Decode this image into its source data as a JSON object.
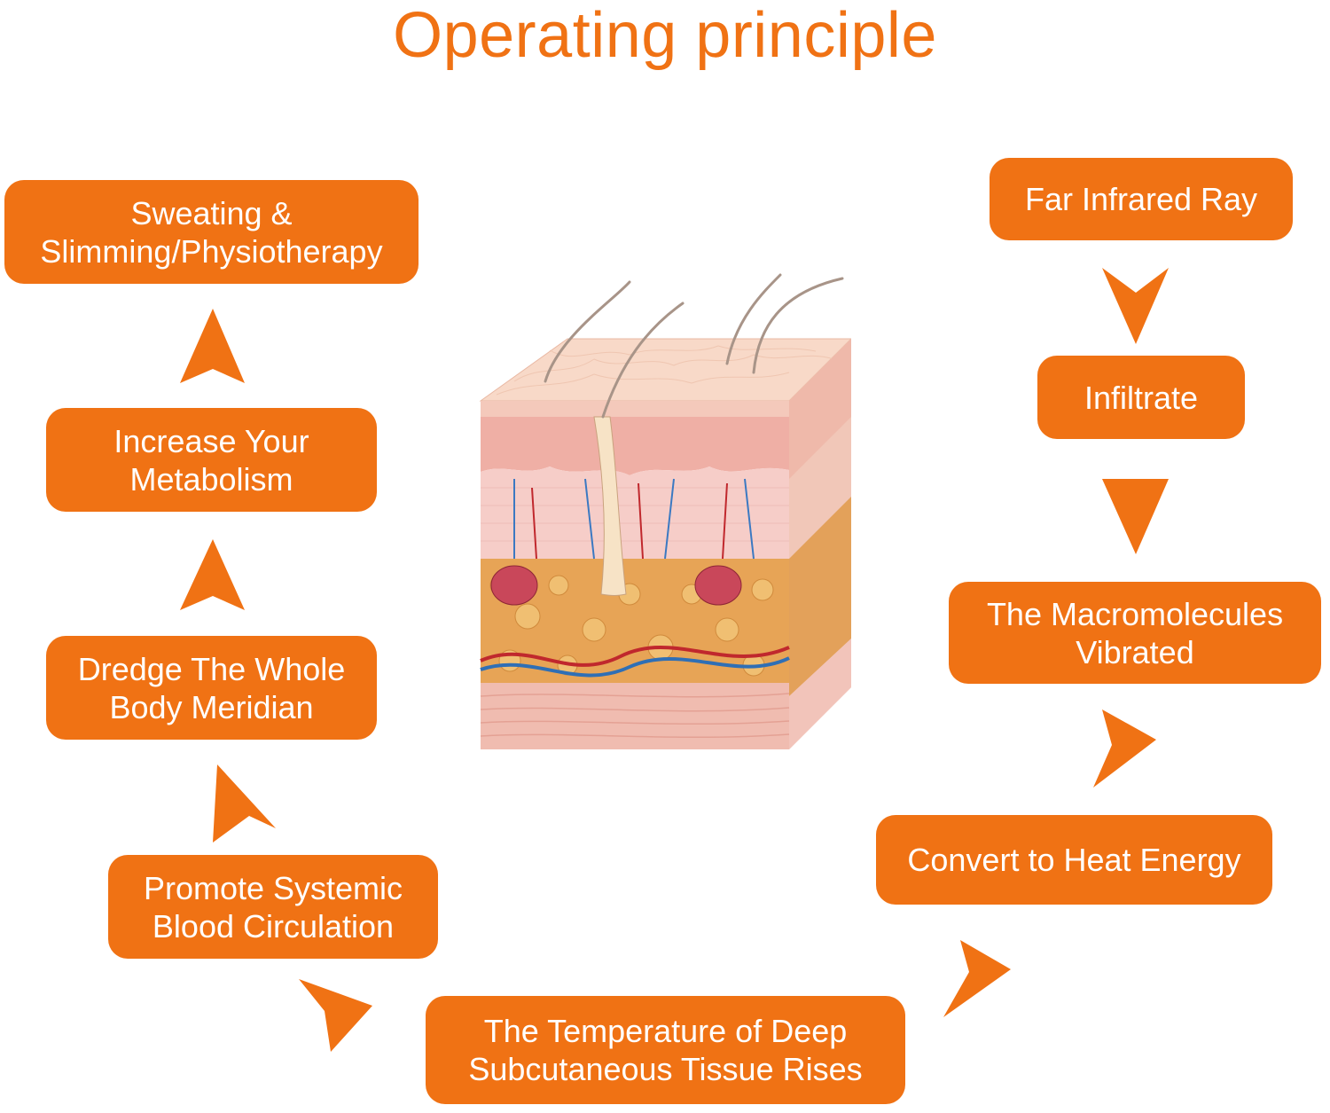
{
  "title": "Operating principle",
  "colors": {
    "accent": "#f07214",
    "box_text": "#ffffff",
    "background": "#ffffff"
  },
  "steps": [
    {
      "id": "far-infrared-ray",
      "label": "Far Infrared Ray"
    },
    {
      "id": "infiltrate",
      "label": "Infiltrate"
    },
    {
      "id": "macromolecules-vibrated",
      "label": "The Macromolecules\nVibrated"
    },
    {
      "id": "convert-to-heat-energy",
      "label": "Convert to Heat Energy"
    },
    {
      "id": "temperature-rises",
      "label": "The Temperature of Deep\nSubcutaneous Tissue Rises"
    },
    {
      "id": "promote-blood-circulation",
      "label": "Promote Systemic\nBlood Circulation"
    },
    {
      "id": "dredge-meridian",
      "label": "Dredge The Whole\nBody Meridian"
    },
    {
      "id": "increase-metabolism",
      "label": "Increase Your\nMetabolism"
    },
    {
      "id": "sweating-slimming",
      "label": "Sweating &\nSlimming/Physiotherapy"
    }
  ],
  "illustration": {
    "name": "skin-cross-section-icon"
  }
}
